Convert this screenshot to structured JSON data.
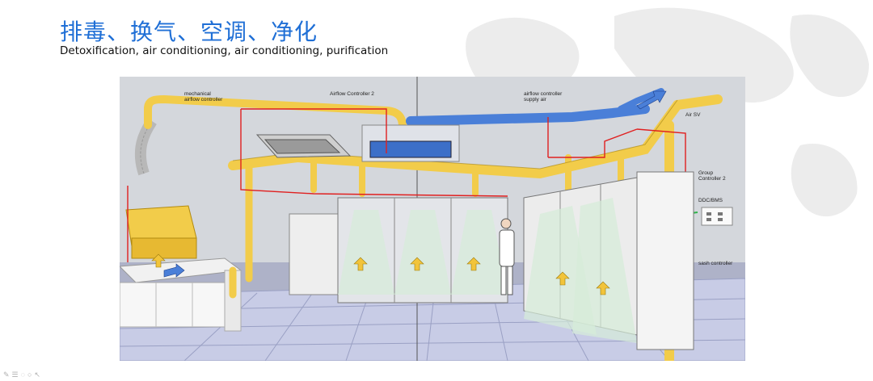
{
  "header": {
    "title_zh": "排毒、换气、空调、净化",
    "title_en": "Detoxification, air conditioning, air conditioning, purification"
  },
  "diagram": {
    "labels": {
      "mechanical_airflow": "mechanical\nairflow controller",
      "airflow_controller_2": "Airflow Controller 2",
      "airflow_supply": "airflow controller\nsupply air",
      "air_sv": "Air SV",
      "group_controller": "Group\nController 2",
      "ddc_bms": "DDC/BMS",
      "sash_controller": "sash controller"
    },
    "colors": {
      "exhaust_duct": "#f2cc4a",
      "supply_duct": "#4a7fd8",
      "control_wire": "#e02020",
      "floor_tile": "#c9cde6",
      "cabinet": "#f4f4f4"
    }
  },
  "toolbar": {
    "icons": [
      "pen-icon",
      "list-icon",
      "eraser-icon",
      "search-icon",
      "pointer-icon"
    ],
    "glyphs": [
      "✎",
      "☰",
      "◌",
      "○",
      "↖"
    ]
  }
}
